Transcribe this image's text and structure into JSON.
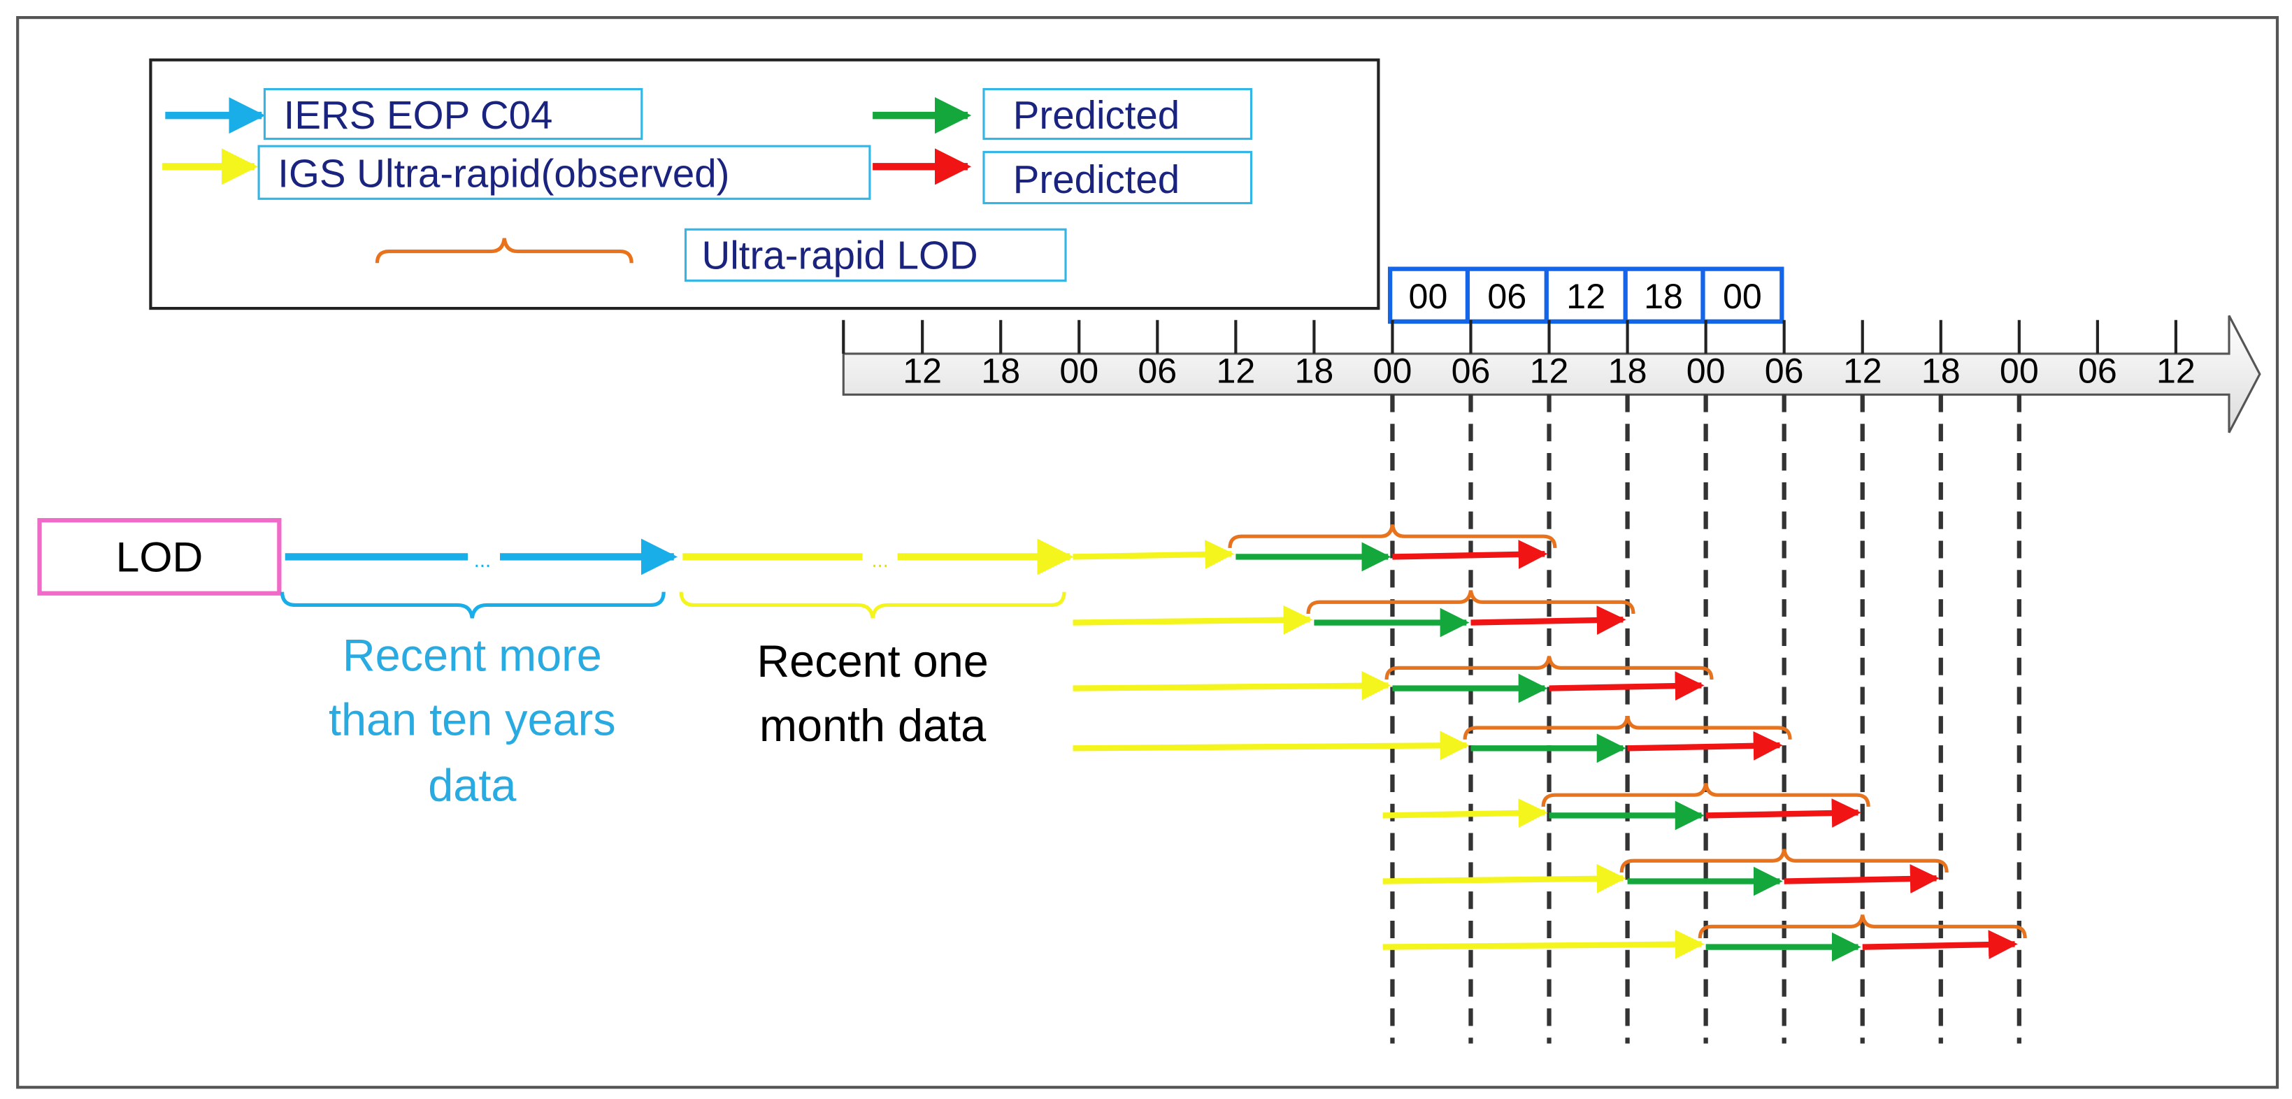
{
  "legend": {
    "items": [
      {
        "label": "IERS EOP C04",
        "color": "#1aaee8",
        "icon": "right-arrow-icon"
      },
      {
        "label": "IGS Ultra-rapid(observed)",
        "color": "#f5f51e",
        "icon": "right-arrow-icon"
      },
      {
        "label": "Predicted",
        "color": "#14a83c",
        "icon": "right-arrow-icon"
      },
      {
        "label": "Predicted",
        "color": "#f01414",
        "icon": "right-arrow-icon"
      },
      {
        "label": "Ultra-rapid LOD",
        "color": "#e8731c",
        "icon": "brace-icon"
      }
    ]
  },
  "timeline": {
    "ticks": [
      "12",
      "18",
      "00",
      "06",
      "12",
      "18",
      "00",
      "06",
      "12",
      "18",
      "00",
      "06",
      "12",
      "18",
      "00",
      "06",
      "12"
    ],
    "highlight": [
      "00",
      "06",
      "12",
      "18",
      "00"
    ]
  },
  "lod": {
    "label": "LOD",
    "border_color": "#f06ac8"
  },
  "labels": {
    "long_term": [
      "Recent more",
      "than ten years",
      "data"
    ],
    "one_month": [
      "Recent one",
      "month data"
    ],
    "ellipsis": "..."
  },
  "colors": {
    "blue": "#1aaee8",
    "yellow": "#f5f51e",
    "green": "#14a83c",
    "red": "#f01414",
    "orange": "#e8731c",
    "navy": "#1a237e",
    "highlight_border": "#1565e8"
  }
}
